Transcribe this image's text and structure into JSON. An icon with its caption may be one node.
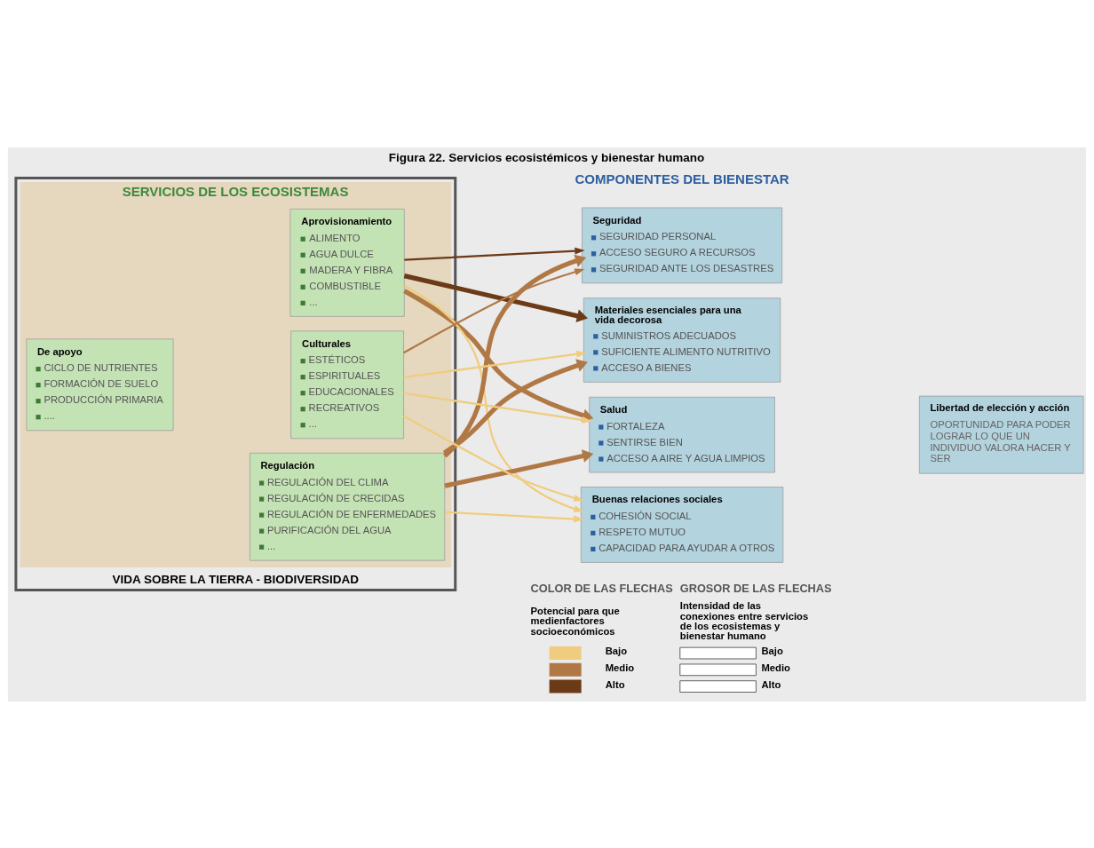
{
  "diagram": {
    "title": "Figura 22. Servicios ecosistémicos y bienestar humano",
    "nodes": [
      {
        "text": [
          "VIDA SOBRE LA TIERRA - BIODIVERSIDAD"
        ]
      },
      {
        "text": [
          "SERVICIOS DE LOS ECOSISTEMAS"
        ],
        "in": 0
      },
      {
        "text": [
          "De apoyo",
          "CICLO DE NUTRIENTES",
          "FORMACIÓN DE SUELO",
          "PRODUCCIÓN PRIMARIA",
          "...."
        ],
        "in": 1
      },
      {
        "text": [
          "Aprovisionamiento",
          "ALIMENTO",
          "AGUA DULCE",
          "MADERA Y FIBRA",
          "COMBUSTIBLE",
          "..."
        ],
        "in": 1
      },
      {
        "text": [
          "Regulación",
          "REGULACIÓN DEL CLIMA",
          "REGULACIÓN DE CRECIDAS",
          "REGULACIÓN DE ENFERMEDADES",
          "PURIFICACIÓN DEL AGUA",
          "..."
        ],
        "in": 1
      },
      {
        "text": [
          "Culturales",
          "ESTÉTICOS",
          "ESPIRITUALES",
          "EDUCACIONALES",
          "RECREATIVOS",
          "..."
        ],
        "in": 1
      },
      {
        "text": [
          "Seguridad",
          "SEGURIDAD PERSONAL",
          "ACCESO SEGURO A RECURSOS",
          "SEGURIDAD ANTE LOS DESASTRES"
        ]
      },
      {
        "text": [
          "Materiales esenciales para una vida decorosa",
          "SUMINISTROS ADECUADOS",
          "SUFICIENTE ALIMENTO NUTRITIVO",
          "ACCESO A BIENES"
        ]
      },
      {
        "text": [
          "Salud",
          "FORTALEZA",
          "SENTIRSE BIEN",
          "ACCESO A AIRE Y AGUA LIMPIOS"
        ]
      },
      {
        "text": [
          "Buenas relaciones sociales",
          "COHESIÓN SOCIAL",
          "RESPETO MUTUO",
          "CAPACIDAD PARA AYUDAR A OTROS"
        ]
      },
      {
        "text": [
          "Libertad de elección y acción",
          "OPORTUNIDAD PARA PODER LOGRAR LO QUE UN INDIVIDUO VALORA HACER Y SER"
        ]
      }
    ],
    "edges": [
      {
        "from": 3,
        "to": 6,
        "arrow": "to",
        "color": "#6b3a17"
      },
      {
        "from": 3,
        "to": 7,
        "arrow": "to",
        "style": "thick",
        "color": "#6b3a17"
      },
      {
        "from": 3,
        "to": 8,
        "arrow": "to",
        "style": "thick",
        "color": "#b07845"
      },
      {
        "from": 3,
        "to": 9,
        "arrow": "to",
        "color": "#f0cc7e"
      },
      {
        "from": 4,
        "to": 6,
        "arrow": "to",
        "style": "thick",
        "color": "#b07845"
      },
      {
        "from": 4,
        "to": 7,
        "arrow": "to",
        "style": "thick",
        "color": "#b07845"
      },
      {
        "from": 4,
        "to": 8,
        "arrow": "to",
        "style": "thick",
        "color": "#b07845"
      },
      {
        "from": 4,
        "to": 9,
        "arrow": "to",
        "color": "#f0cc7e"
      },
      {
        "from": 5,
        "to": 6,
        "arrow": "to",
        "color": "#b07845"
      },
      {
        "from": 5,
        "to": 7,
        "arrow": "to",
        "color": "#f0cc7e"
      },
      {
        "from": 5,
        "to": 8,
        "arrow": "to",
        "color": "#f0cc7e"
      },
      {
        "from": 5,
        "to": 9,
        "arrow": "to",
        "color": "#f0cc7e"
      }
    ],
    "labels": [
      "COMPONENTES DEL BIENESTAR",
      "COLOR DE LAS FLECHAS",
      "Potencial para que medienfactores socioeconómicos",
      "GROSOR DE LAS FLECHAS",
      "Intensidad de las conexiones entre servicios de los ecosistemas y bienestar humano"
    ],
    "legend": [
      {
        "text": "Bajo",
        "color": "#f0cc7e"
      },
      {
        "text": "Medio",
        "color": "#b07845"
      },
      {
        "text": "Alto",
        "color": "#6b3a17"
      },
      {
        "text": "Bajo"
      },
      {
        "text": "Medio"
      },
      {
        "text": "Alto"
      }
    ]
  }
}
